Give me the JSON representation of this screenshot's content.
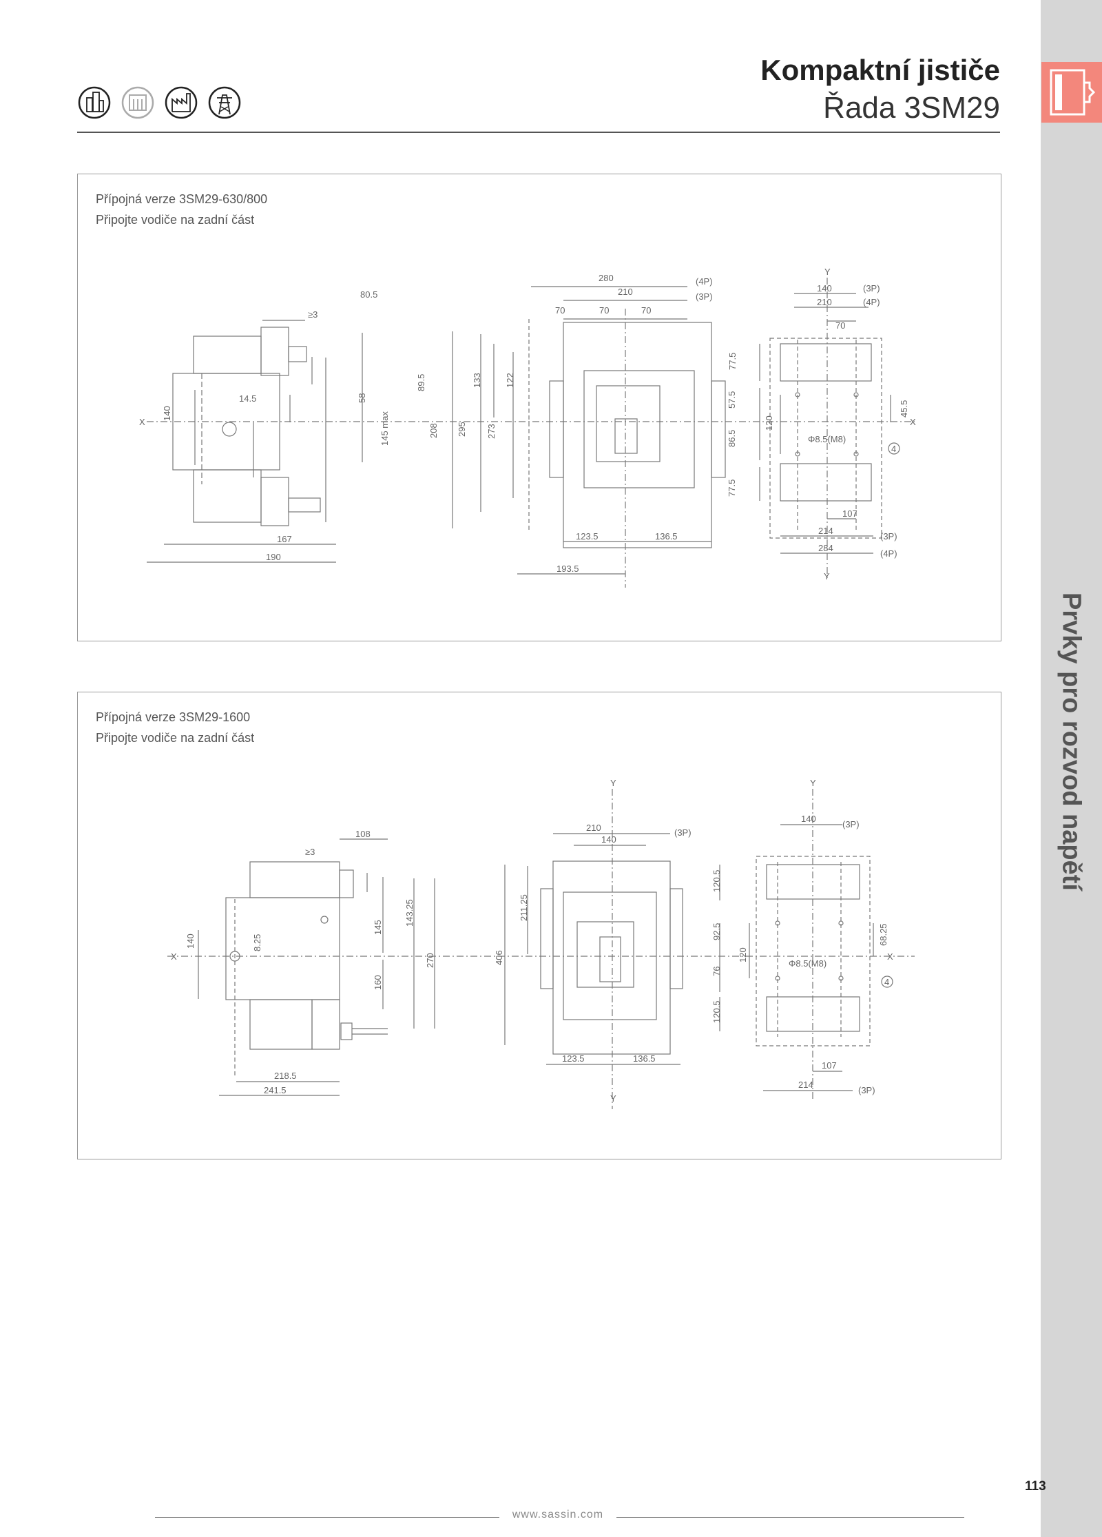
{
  "header": {
    "title": "Kompaktní jističe",
    "subtitle": "Řada 3SM29",
    "icons": [
      "building-icon",
      "cabinet-icon",
      "factory-icon",
      "transmission-tower-icon"
    ]
  },
  "sidebar": {
    "label": "Prvky pro rozvod napětí",
    "accent_color": "#f3877c"
  },
  "panels": [
    {
      "line1": "Přípojná verze 3SM29-630/800",
      "line2": "Připojte vodiče na zadní část"
    },
    {
      "line1": "Přípojná verze 3SM29-1600",
      "line2": "Připojte vodiče na zadní část"
    }
  ],
  "drawing1": {
    "side": {
      "d1": "80.5",
      "d2": "≥3",
      "d3": "140",
      "d4": "14.5",
      "d5": "58",
      "d6": "89.5",
      "d7": "145 max",
      "d8": "208",
      "d9": "167",
      "d10": "190"
    },
    "front": {
      "d1": "280",
      "d1n": "(4P)",
      "d2": "210",
      "d2n": "(3P)",
      "d3": "70",
      "d4": "70",
      "d5": "70",
      "d6": "295",
      "d7": "133",
      "d8": "122",
      "d9": "273",
      "d10": "123.5",
      "d11": "136.5",
      "d12": "193.5"
    },
    "holes": {
      "y": "Y",
      "d1": "140",
      "d1n": "(3P)",
      "d2": "210",
      "d2n": "(4P)",
      "d3": "70",
      "d4": "77.5",
      "d5": "57.5",
      "d6": "86.5",
      "d7": "120",
      "d8": "45.5",
      "d9": "77.5",
      "d10": "Φ8.5(M8)",
      "d11": "4",
      "d12": "107",
      "d13": "214",
      "d13n": "(3P)",
      "d14": "284",
      "d14n": "(4P)",
      "y2": "Y"
    },
    "x_left": "X",
    "x_right": "X"
  },
  "drawing2": {
    "side": {
      "d1": "108",
      "d2": "≥3",
      "d3": "140",
      "d4": "8.25",
      "d5": "145",
      "d6": "143.25",
      "d7": "270",
      "d8": "160",
      "d9": "218.5",
      "d10": "241.5"
    },
    "front": {
      "y": "Y",
      "d1": "210",
      "d1n": "(3P)",
      "d2": "140",
      "d3": "211.25",
      "d4": "406",
      "d5": "123.5",
      "d6": "136.5",
      "y2": "Y"
    },
    "holes": {
      "y": "Y",
      "d1": "140",
      "d1n": "(3P)",
      "d2": "120.5",
      "d3": "92.5",
      "d4": "120",
      "d5": "76",
      "d6": "68.25",
      "d7": "120.5",
      "d8": "Φ8.5(M8)",
      "d9": "4",
      "d10": "107",
      "d11": "214",
      "d11n": "(3P)"
    },
    "x_left": "X",
    "x_right": "X"
  },
  "footer": {
    "url": "www.sassin.com",
    "page_number": "113"
  }
}
